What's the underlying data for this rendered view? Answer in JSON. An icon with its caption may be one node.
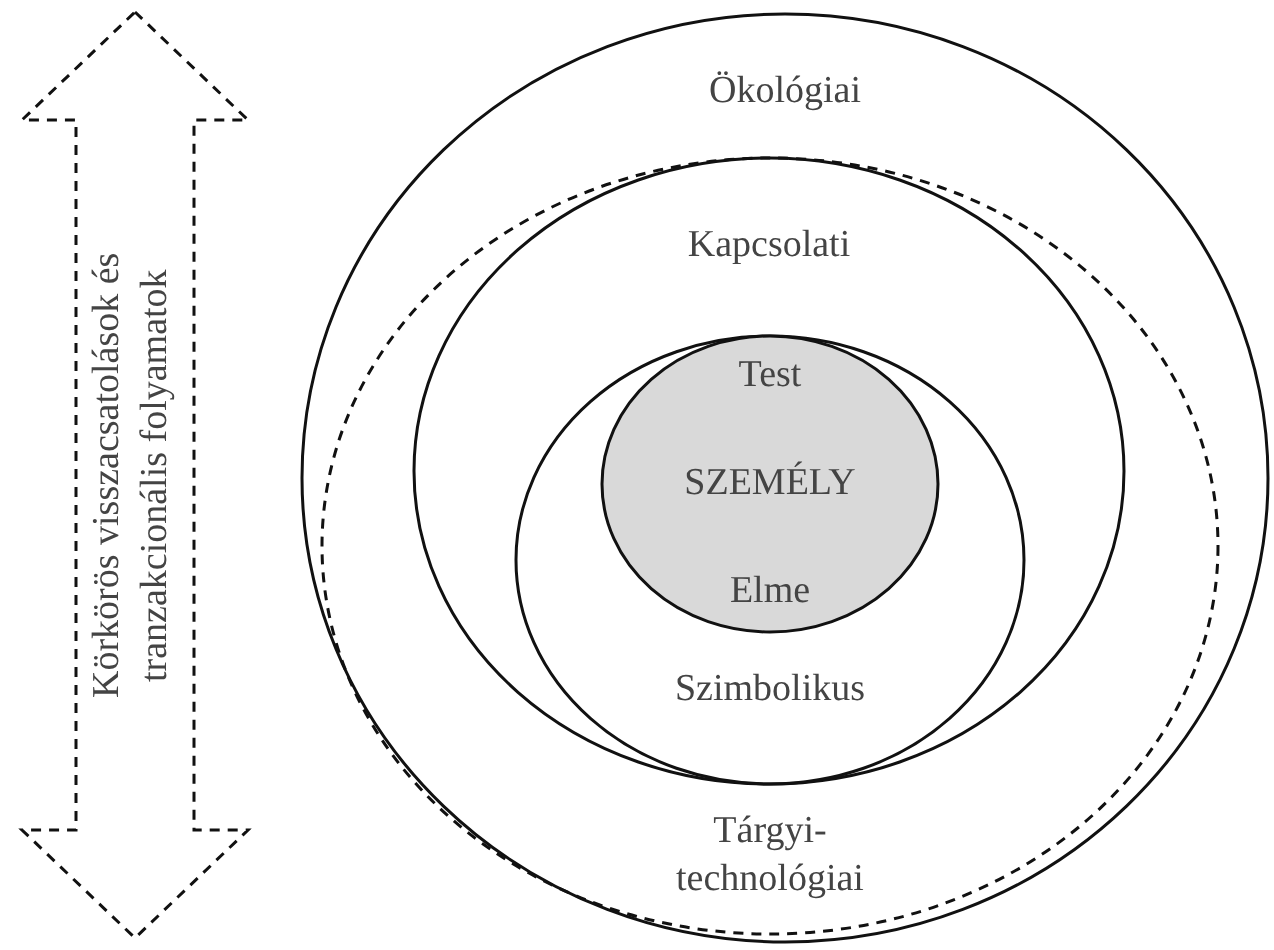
{
  "diagram": {
    "nodes": [
      {
        "text": [
          "Ökológiai"
        ]
      },
      {
        "text": [
          "Tárgyi- technológiai"
        ],
        "in": 0
      },
      {
        "text": [
          "Kapcsolati"
        ],
        "in": 1
      },
      {
        "text": [
          "Szimbolikus"
        ],
        "in": 2
      },
      {
        "text": [
          "Test",
          "SZEMÉLY",
          "Elme"
        ],
        "in": 3
      },
      {
        "text": [
          "Körkörös visszacsatolások és tranzakcionális folyamatok"
        ]
      }
    ]
  }
}
